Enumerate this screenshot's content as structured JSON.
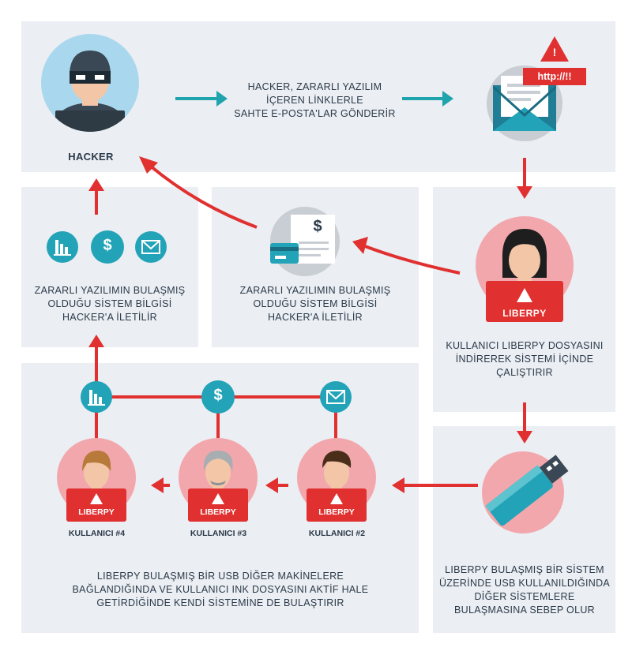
{
  "hacker": {
    "label": "HACKER"
  },
  "step1": {
    "text": "HACKER, ZARARLI YAZILIM\nİÇEREN LİNKLERLE\nSAHTE E-POSTA'LAR GÖNDERİR"
  },
  "email": {
    "url_badge": "http://!!",
    "warning": "!"
  },
  "user": {
    "laptop_label": "LIBERPY",
    "text": "KULLANICI LIBERPY DOSYASINI\nİNDİREREK SİSTEMİ İÇİNDE\nÇALIŞTIRIR"
  },
  "info_center": {
    "text": "ZARARLI YAZILIMIN BULAŞMIŞ\nOLDUĞU SİSTEM BİLGİSİ\nHACKER'A İLETİLİR",
    "icon_glyph": "$"
  },
  "info_left": {
    "text": "ZARARLI YAZILIMIN BULAŞMIŞ\nOLDUĞU SİSTEM BİLGİSİ\nHACKER'A İLETİLİR",
    "dollar": "$"
  },
  "usb": {
    "text": "LIBERPY BULAŞMIŞ BİR SİSTEM\nÜZERİNDE USB KULLANILDIĞINDA\nDİĞER SİSTEMLERE\nBULAŞMASINA SEBEP OLUR"
  },
  "spread": {
    "users": [
      {
        "name": "KULLANICI #4",
        "laptop_label": "LIBERPY"
      },
      {
        "name": "KULLANICI #3",
        "laptop_label": "LIBERPY"
      },
      {
        "name": "KULLANICI #2",
        "laptop_label": "LIBERPY"
      }
    ],
    "dollar": "$",
    "text": "LIBERPY BULAŞMIŞ BİR USB DİĞER MAKİNELERE\nBAĞLANDIĞINDA VE KULLANICI INK DOSYASINI AKTİF HALE\nGETİRDİĞİNDE KENDİ SİSTEMİNE DE BULAŞTIRIR"
  },
  "colors": {
    "panel": "#ebeef2",
    "teal": "#1fa3ad",
    "red": "#e0302f",
    "pink": "#f2a7ad",
    "navy": "#2b3a4a"
  }
}
